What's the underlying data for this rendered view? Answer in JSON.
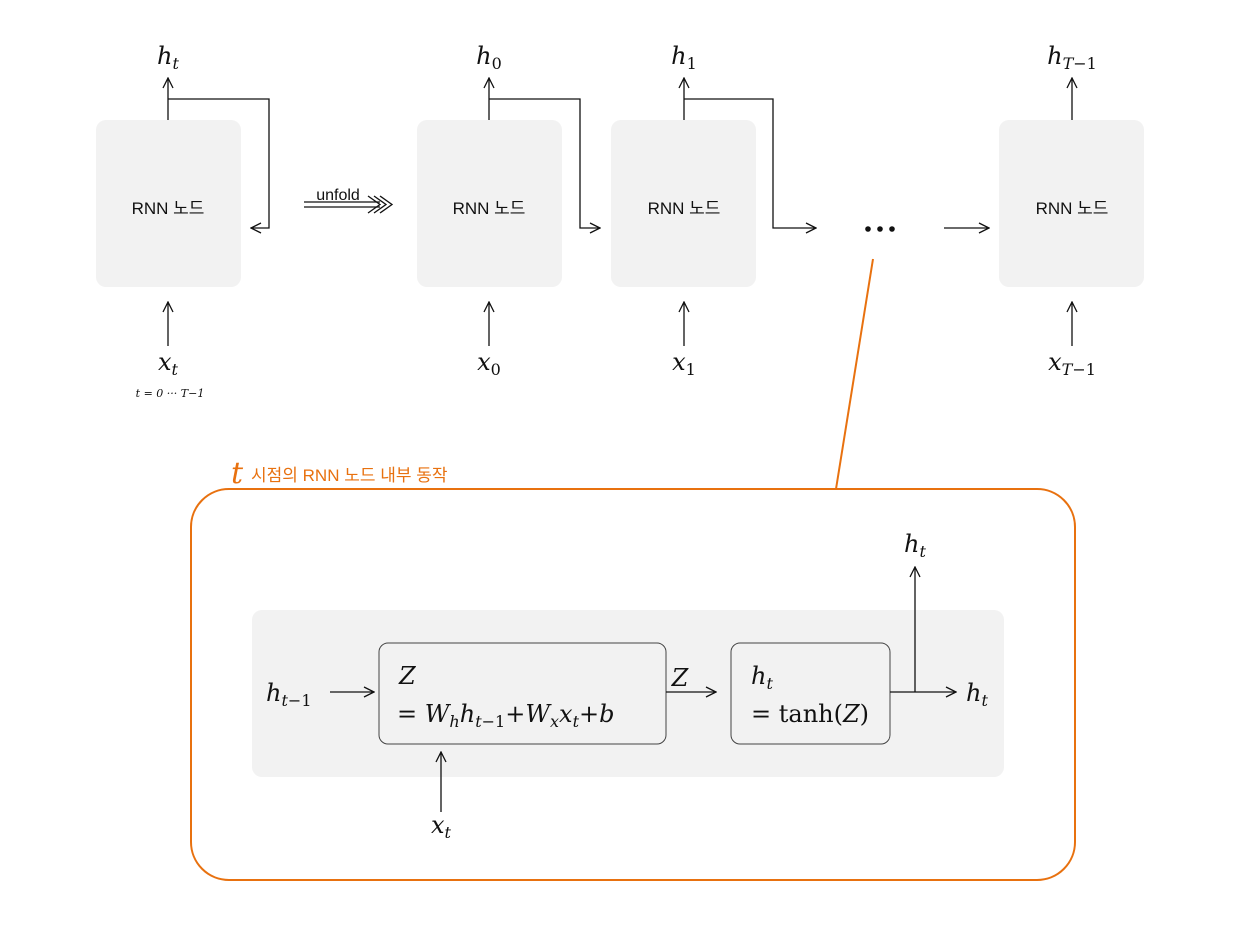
{
  "colors": {
    "accent": "#E8710F",
    "node_fill": "#F2F2F2",
    "line": "#111111"
  },
  "folded": {
    "node_label": "RNN 노드",
    "output": "h_t",
    "input": "x_t",
    "range_note": "t = 0 ··· T−1"
  },
  "unfold_label": "unfold",
  "unrolled": {
    "nodes": [
      {
        "label": "RNN 노드",
        "output": "h_0",
        "input": "x_0"
      },
      {
        "label": "RNN 노드",
        "output": "h_1",
        "input": "x_1"
      },
      {
        "label": "RNN 노드",
        "output": "h_T−1",
        "input": "x_T−1"
      }
    ],
    "ellipsis": "···"
  },
  "detail": {
    "title_var": "t",
    "title_text": "시점의 RNN 노드 내부 동작",
    "input_prev": "h_t−1",
    "input_x": "x_t",
    "box1": {
      "line1": "Z",
      "line2": "= W_h h_t−1 + W_x x_t + b"
    },
    "mid_label": "Z",
    "box2": {
      "line1": "h_t",
      "line2": "= tanh(Z)"
    },
    "output_up": "h_t",
    "output_right": "h_t"
  }
}
